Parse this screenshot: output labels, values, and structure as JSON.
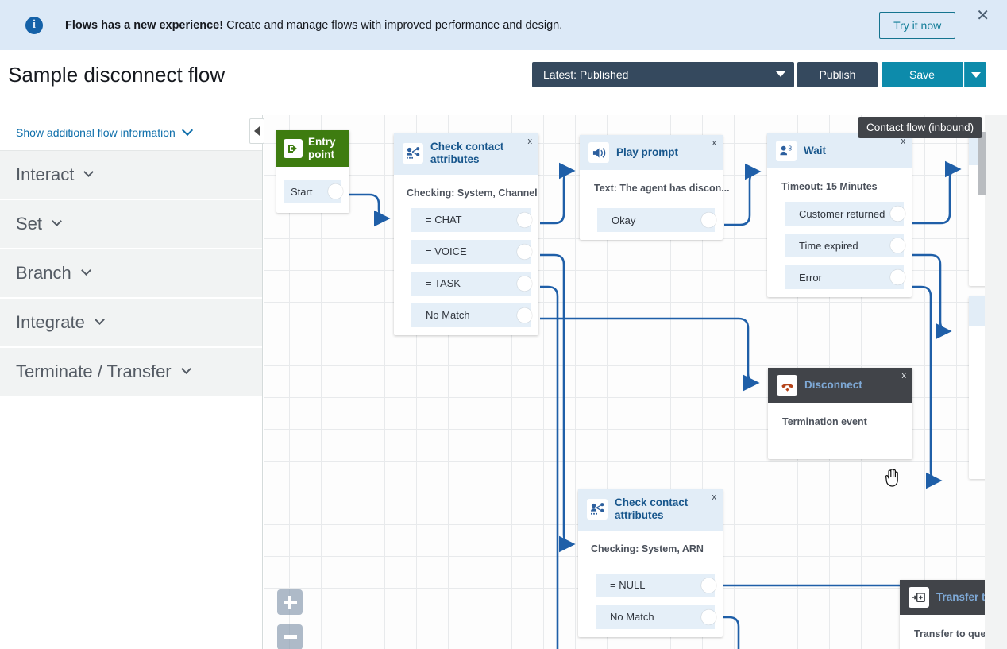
{
  "banner": {
    "icon": "info-circle-icon",
    "bold_text": "Flows has a new experience!",
    "text": " Create and manage flows with improved performance and design.",
    "try_button": "Try it now",
    "close": "✕"
  },
  "header": {
    "title": "Sample disconnect flow",
    "edit_icon": "pencil-icon",
    "version_label": "Latest: Published",
    "publish_label": "Publish",
    "save_label": "Save",
    "caret_icon": "chevron-down-icon"
  },
  "palette": {
    "info_label": "Show additional flow information",
    "groups": [
      {
        "label": "Interact"
      },
      {
        "label": "Set"
      },
      {
        "label": "Branch"
      },
      {
        "label": "Integrate"
      },
      {
        "label": "Terminate / Transfer"
      }
    ],
    "collapse_icon": "chevron-left-icon"
  },
  "canvas": {
    "tooltip": "Contact flow (inbound)",
    "zoom_in": "+",
    "zoom_out": "−",
    "cursor": "grab-hand-cursor",
    "nodes": [
      {
        "id": "entry-point",
        "icon": "arrow-into-door-icon",
        "title_line1": "Entry",
        "title_line2": "point",
        "ports": [
          {
            "label": "Start"
          }
        ]
      },
      {
        "id": "check-contact-attributes-1",
        "icon": "contact-attributes-icon",
        "title": "Check contact attributes",
        "close": "x",
        "description": "Checking: System, Channel",
        "ports": [
          {
            "label": "= CHAT"
          },
          {
            "label": "= VOICE"
          },
          {
            "label": "= TASK"
          },
          {
            "label": "No Match"
          }
        ]
      },
      {
        "id": "play-prompt",
        "icon": "speaker-icon",
        "title": "Play prompt",
        "close": "x",
        "description": "Text: The agent has discon...",
        "ports": [
          {
            "label": "Okay"
          }
        ]
      },
      {
        "id": "wait",
        "icon": "person-clock-icon",
        "title": "Wait",
        "close": "x",
        "description": "Timeout: 15 Minutes",
        "ports": [
          {
            "label": "Customer returned"
          },
          {
            "label": "Time expired"
          },
          {
            "label": "Error"
          }
        ]
      },
      {
        "id": "disconnect",
        "icon": "phone-hangup-icon",
        "title": "Disconnect",
        "close": "x",
        "description": "Termination event",
        "ports": []
      },
      {
        "id": "check-contact-attributes-2",
        "icon": "contact-attributes-icon",
        "title": "Check contact attributes",
        "close": "x",
        "description": "Checking: System, ARN",
        "ports": [
          {
            "label": "= NULL"
          },
          {
            "label": "No Match"
          }
        ]
      },
      {
        "id": "transfer-to-queue",
        "icon": "transfer-icon",
        "title": "Transfer t",
        "description": "Transfer to que"
      }
    ]
  },
  "colors": {
    "banner_bg": "#dce9f7",
    "accent_teal": "#0d8bab",
    "dark_navy": "#35495e",
    "entry_green": "#3e7c10",
    "node_header": "#e2edf7",
    "node_header_dark": "#414449",
    "connector": "#1f5fa8",
    "node_title": "#17568c"
  }
}
